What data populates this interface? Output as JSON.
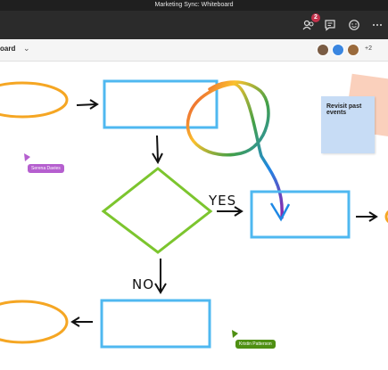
{
  "window": {
    "title": "Marketing Sync: Whiteboard"
  },
  "toolbar": {
    "notification_count": "2"
  },
  "board": {
    "title": "oard",
    "participant_overflow": "+2"
  },
  "whiteboard": {
    "sticky_note": "Revisit past events",
    "labels": {
      "yes": "YES",
      "no": "NO"
    }
  },
  "cursors": [
    {
      "name": "Serena Davies",
      "color": "#b55fcf"
    },
    {
      "name": "Kristin Patterson",
      "color": "#4e8f12"
    }
  ],
  "colors": {
    "titlebar": "#1f1f1f",
    "topbar": "#2b2b2b",
    "box_stroke": "#4fb8f0",
    "ellipse_stroke": "#f5a623",
    "diamond_stroke": "#7cc52e"
  }
}
